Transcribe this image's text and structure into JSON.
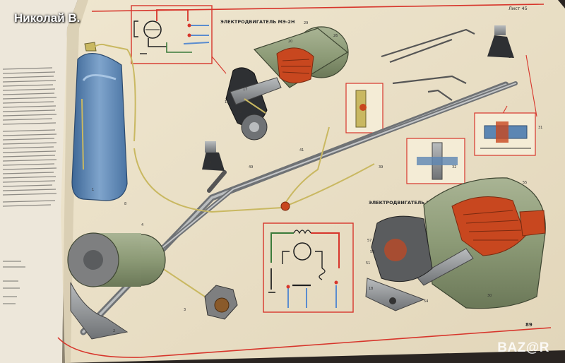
{
  "overlay": {
    "seller_name": "Николай В."
  },
  "page": {
    "sheet_label": "Лист 45",
    "page_number": "89",
    "motor_top_caption": "ЭЛЕКТРОДВИГАТЕЛЬ МЭ-2Н",
    "motor_bottom_caption": "ЭЛЕКТРОДВИГАТЕЛЬ МЭ-201А"
  },
  "watermark": {
    "text": "BAZ@R"
  },
  "colors": {
    "paper": "#e9dfc6",
    "red_line": "#d7352b",
    "motor_green": "#8c9a76",
    "copper": "#c8471f",
    "tank_blue": "#5c86b3",
    "metal_gray": "#8b8e90"
  }
}
